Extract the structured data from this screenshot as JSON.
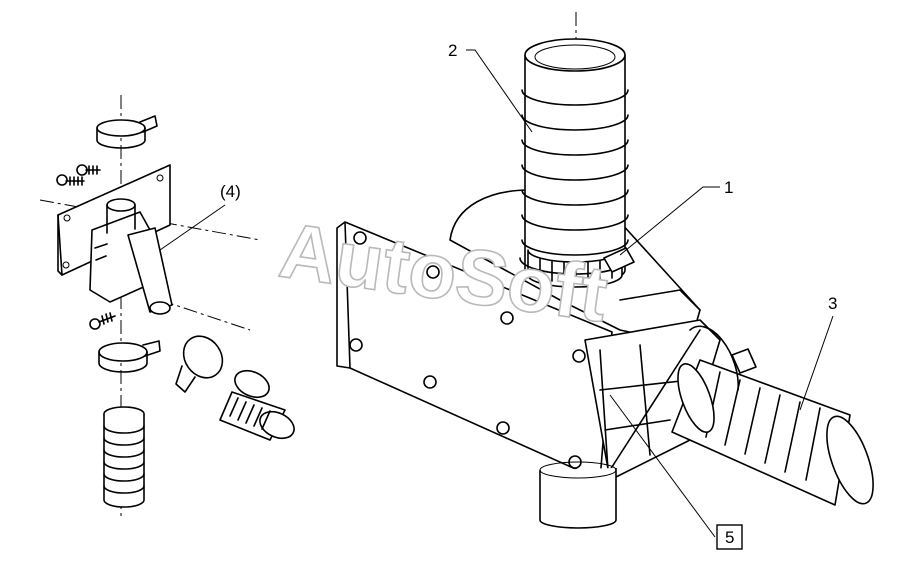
{
  "watermark": "AutoSoft",
  "callouts": {
    "c1": "1",
    "c2": "2",
    "c3": "3",
    "c4": "(4)",
    "c5": "5"
  }
}
